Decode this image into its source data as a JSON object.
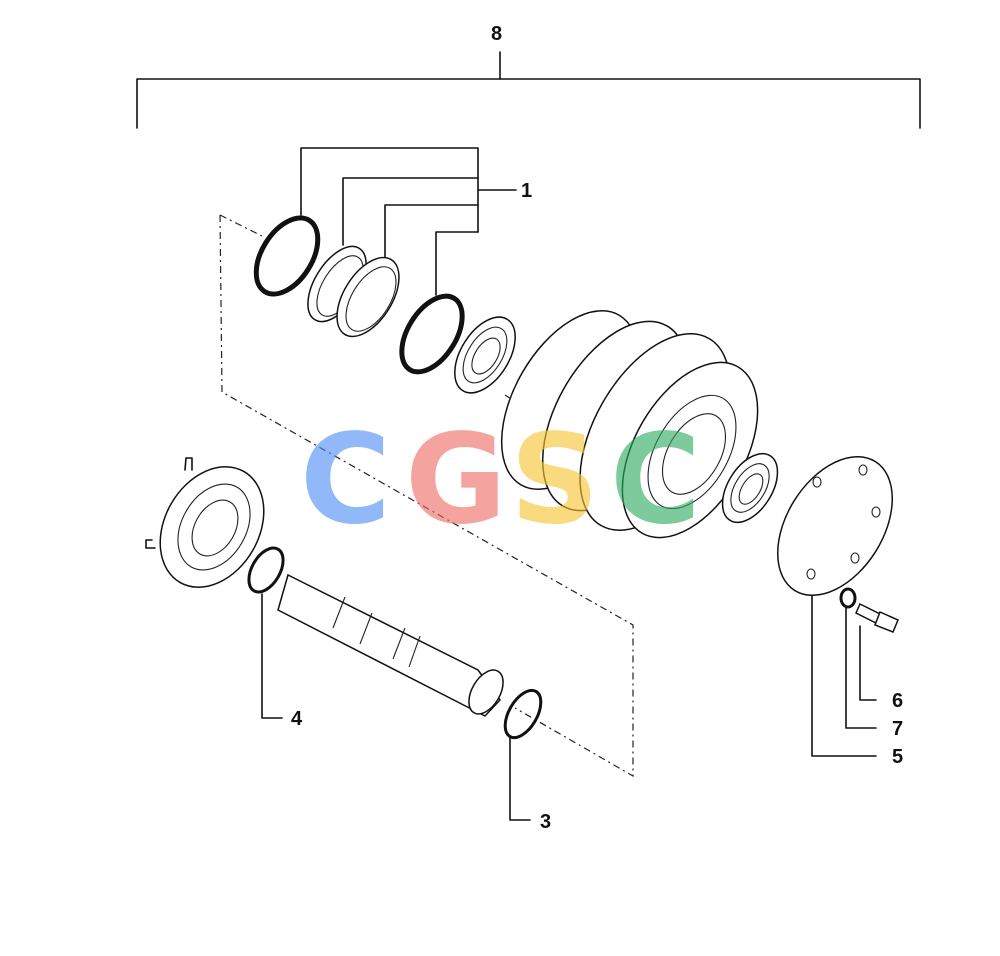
{
  "callouts": {
    "assembly": "8",
    "seal_kit": "1",
    "snap_ring": "3",
    "o_ring": "4",
    "cover": "5",
    "bolt": "6",
    "washer": "7"
  },
  "watermark": {
    "letters": [
      "C",
      "G",
      "S",
      "C"
    ],
    "colors": [
      "#4f8ef5",
      "#f06b63",
      "#f7c531",
      "#2eac62"
    ]
  }
}
